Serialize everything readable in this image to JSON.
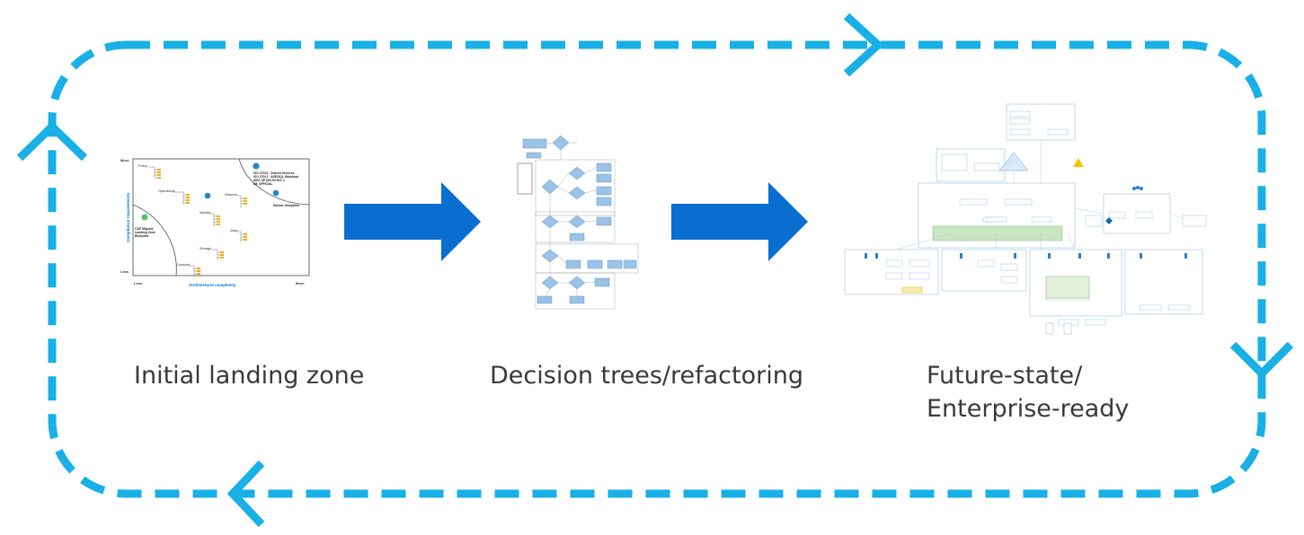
{
  "stages": [
    {
      "label": "Initial landing zone"
    },
    {
      "label": "Decision trees/refactoring"
    },
    {
      "label": "Future-state/\nEnterprise-ready",
      "line1": "Future-state/",
      "line2": "Enterprise-ready"
    }
  ],
  "colors": {
    "loop": "#18b0e6",
    "arrow": "#0a6ed1",
    "caption": "#3a3a3a"
  },
  "thumb1": {
    "y_high": "More",
    "y_low": "Less",
    "x_low": "Less",
    "x_high": "More",
    "y_axis": "Compliance requirements",
    "x_axis": "Architectural complexity",
    "caf_label": "CAF Migrate Landing Zone Blueprint",
    "iso_label": "ISO 27001 - Shared Services ISO 27001 - ASE/SQL Workload NIST SP 800-53 Rev 4 UK OFFICIAL",
    "partner_label": "Partner blueprints",
    "nodes": [
      "Policy",
      "Operations",
      "Identity",
      "Network",
      "Data",
      "Storage",
      "Compute"
    ]
  }
}
